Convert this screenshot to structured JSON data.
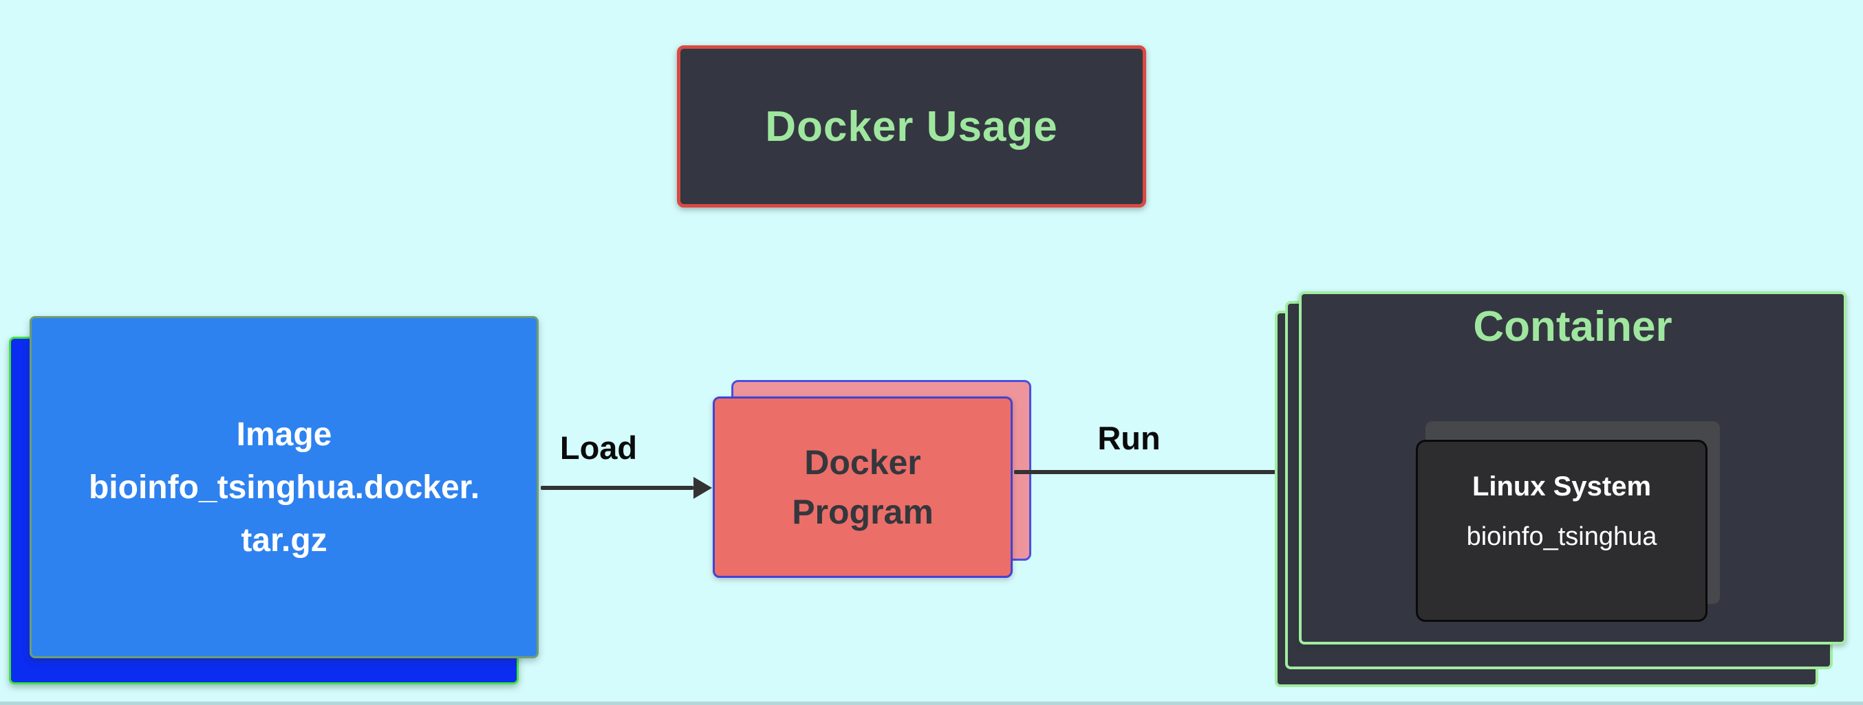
{
  "canvas": {
    "background_color": "#d5fcfc",
    "bottom_edge_color": "#8caaafa0"
  },
  "title_box": {
    "label": "Docker Usage",
    "fill_color": "#343741",
    "border_color": "#d94a43",
    "text_color": "#9fe79f"
  },
  "image_box": {
    "line1": "Image",
    "line2": "bioinfo_tsinghua.docker.",
    "line3": "tar.gz",
    "front_fill_color": "#2e82ef",
    "front_border_color": "#6e9e72",
    "back_fill_color": "#0b2cf1",
    "back_border_color": "#3fe53f",
    "text_color": "#ffffff"
  },
  "arrows": {
    "load": {
      "label": "Load"
    },
    "run": {
      "label": "Run"
    },
    "line_color": "#333333",
    "label_color": "#0b0b0b"
  },
  "docker_box": {
    "line1": "Docker",
    "line2": "Program",
    "front_fill_color": "#ec6e69",
    "front_border_color": "#3f44d4",
    "back_fill_color": "#ee959b",
    "back_border_color": "#4a4fe0",
    "text_color": "#34373c"
  },
  "container": {
    "title": "Container",
    "title_color": "#9fe79f",
    "fill_color": "#343741",
    "border_color": "#a2eda0",
    "inner": {
      "title": "Linux System",
      "subtitle": "bioinfo_tsinghua",
      "fill_color": "#2d2d2f",
      "border_color": "#0a0a0a",
      "back_fill_color": "#47484c",
      "text_color": "#ffffff"
    }
  }
}
